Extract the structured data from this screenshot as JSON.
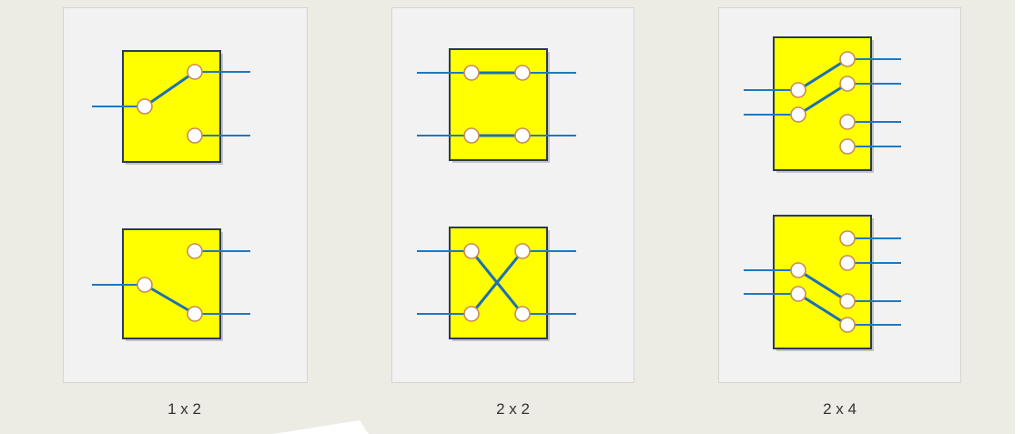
{
  "figure": {
    "panels": [
      {
        "id": "1x2",
        "caption": "1 x 2"
      },
      {
        "id": "2x2",
        "caption": "2 x 2"
      },
      {
        "id": "2x4",
        "caption": "2 x 4"
      }
    ],
    "colors": {
      "background": "#ecebe4",
      "panel": "#f2f2f3",
      "switch_body": "#ffff00",
      "wire": "#1f78c1",
      "port_fill": "#ffffff",
      "port_stroke": "#c98a54"
    }
  }
}
